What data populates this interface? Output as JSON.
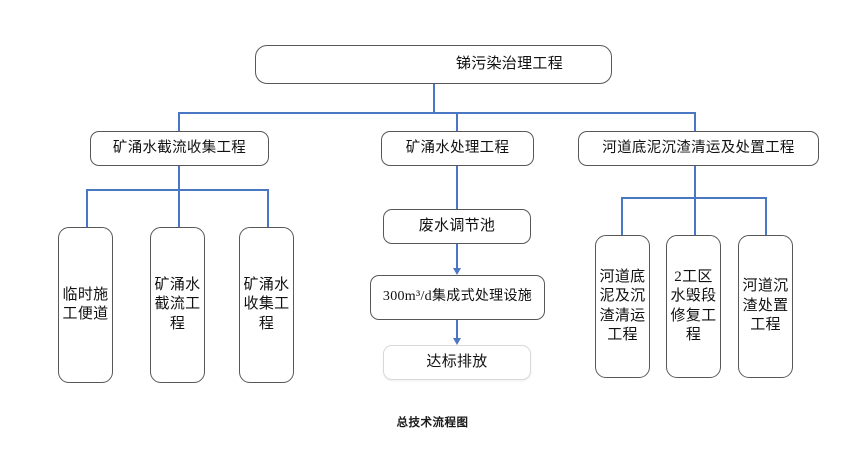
{
  "diagram": {
    "caption": "总技术流程图",
    "accent_color": "#4A77C4",
    "box_border_color": "#585858",
    "background_color": "#FFFFFF",
    "root": {
      "label": "锑污染治理工程"
    },
    "branches": [
      {
        "id": "collection",
        "label": "矿涌水截流收集工程",
        "children": [
          {
            "label": "临时施工便道"
          },
          {
            "label": "矿涌水截流工程"
          },
          {
            "label": "矿涌水收集工程"
          }
        ]
      },
      {
        "id": "treatment",
        "label": "矿涌水处理工程",
        "steps": [
          {
            "label": "废水调节池"
          },
          {
            "label": "300m³/d集成式处理设施"
          },
          {
            "label": "达标排放"
          }
        ]
      },
      {
        "id": "dredging",
        "label": "河道底泥沉渣清运及处置工程",
        "children": [
          {
            "label": "河道底泥及沉渣清运工程"
          },
          {
            "label": "2工区水毁段修复工程"
          },
          {
            "label": "河道沉渣处置工程"
          }
        ]
      }
    ]
  }
}
